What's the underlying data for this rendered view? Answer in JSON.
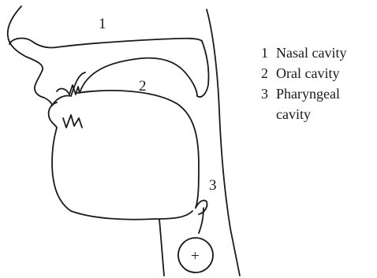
{
  "diagram": {
    "labels": {
      "nasal": "1",
      "oral": "2",
      "pharyngeal": "3",
      "larynx_symbol": "+"
    }
  },
  "legend": {
    "items": [
      {
        "number": "1",
        "text": "Nasal cavity"
      },
      {
        "number": "2",
        "text": "Oral cavity"
      },
      {
        "number": "3",
        "text": "Pharyngeal cavity"
      }
    ]
  }
}
